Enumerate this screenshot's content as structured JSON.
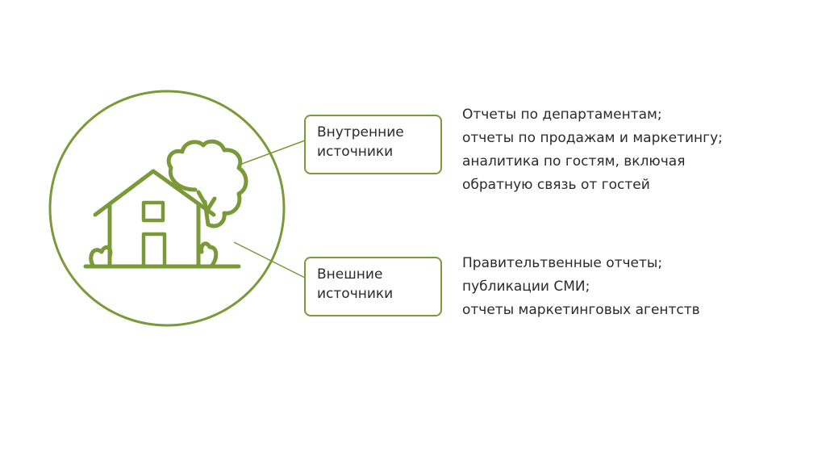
{
  "colors": {
    "accent": "#7a9a3a",
    "text": "#2b2b2b",
    "background": "#ffffff"
  },
  "icon": "house-with-tree-icon",
  "sources": [
    {
      "label_lines": [
        "Внутренние",
        "источники"
      ],
      "details": [
        "Отчеты по департаментам;",
        "отчеты по продажам и маркетингу;",
        "аналитика по гостям, включая",
        "обратную связь от гостей"
      ]
    },
    {
      "label_lines": [
        "Внешние",
        "источники"
      ],
      "details": [
        "Правительтвенные отчеты;",
        "публикации СМИ;",
        "отчеты маркетинговых агентств"
      ]
    }
  ]
}
